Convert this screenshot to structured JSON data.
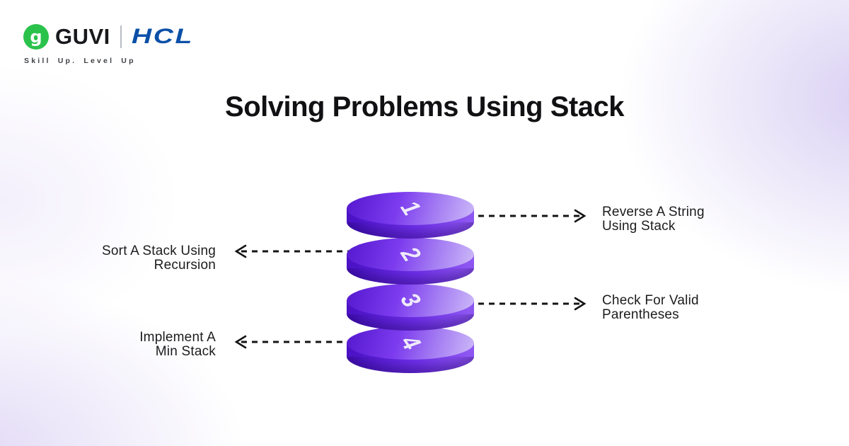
{
  "header": {
    "guvi_label": "GUVI",
    "hcl_label": "HCL",
    "tagline": "Skill Up. Level Up",
    "logo_glyph": "g"
  },
  "title": "Solving Problems Using Stack",
  "stack_items": [
    {
      "number": "1",
      "line1": "Reverse A String",
      "line2": "Using Stack",
      "side": "right"
    },
    {
      "number": "2",
      "line1": "Sort A Stack Using",
      "line2": "Recursion",
      "side": "left"
    },
    {
      "number": "3",
      "line1": "Check For Valid",
      "line2": "Parentheses",
      "side": "right"
    },
    {
      "number": "4",
      "line1": "Implement A",
      "line2": "Min Stack",
      "side": "left"
    }
  ],
  "colors": {
    "guvi_green": "#2BC24C",
    "hcl_blue": "#0B50A8",
    "disc_face_dark": "#5A1DD3",
    "disc_face_mid": "#7C3BEE",
    "disc_face_light": "#CBB7F8",
    "disc_rim_dark": "#4B13C5",
    "disc_rim_light": "#8D55F1",
    "arrow_color": "#141414",
    "label_text": "#1C1C1E",
    "background_tint": "#DDD5F4"
  }
}
